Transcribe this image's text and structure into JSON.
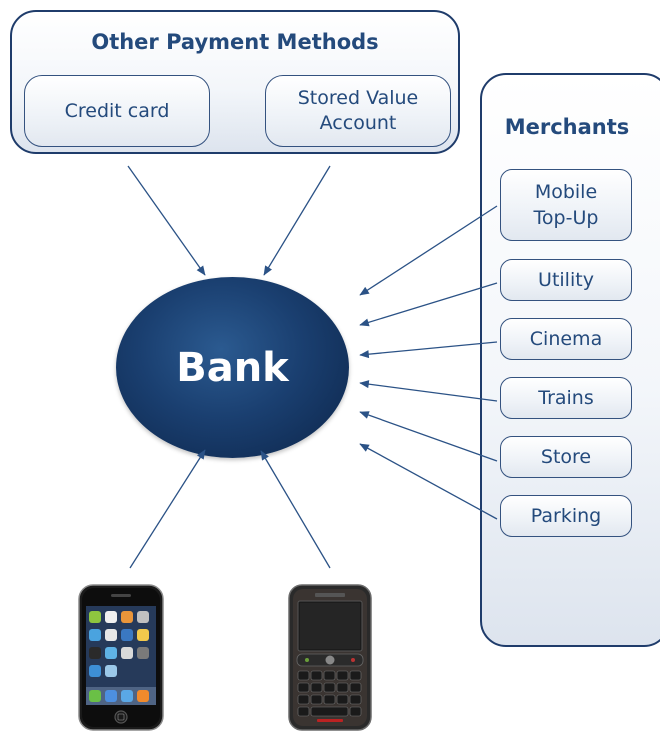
{
  "other_payment_methods": {
    "title": "Other Payment Methods",
    "items": [
      "Credit card",
      "Stored Value\nAccount"
    ]
  },
  "merchants": {
    "title": "Merchants",
    "items": [
      "Mobile\nTop-Up",
      "Utility",
      "Cinema",
      "Trains",
      "Store",
      "Parking"
    ]
  },
  "bank": {
    "label": "Bank"
  },
  "devices": [
    "iphone-icon",
    "blackberry-icon"
  ],
  "colors": {
    "navy": "#1f3c6b",
    "text": "#244a7c",
    "bank_fill": "#1a3f70",
    "arrow": "#2b5286"
  }
}
